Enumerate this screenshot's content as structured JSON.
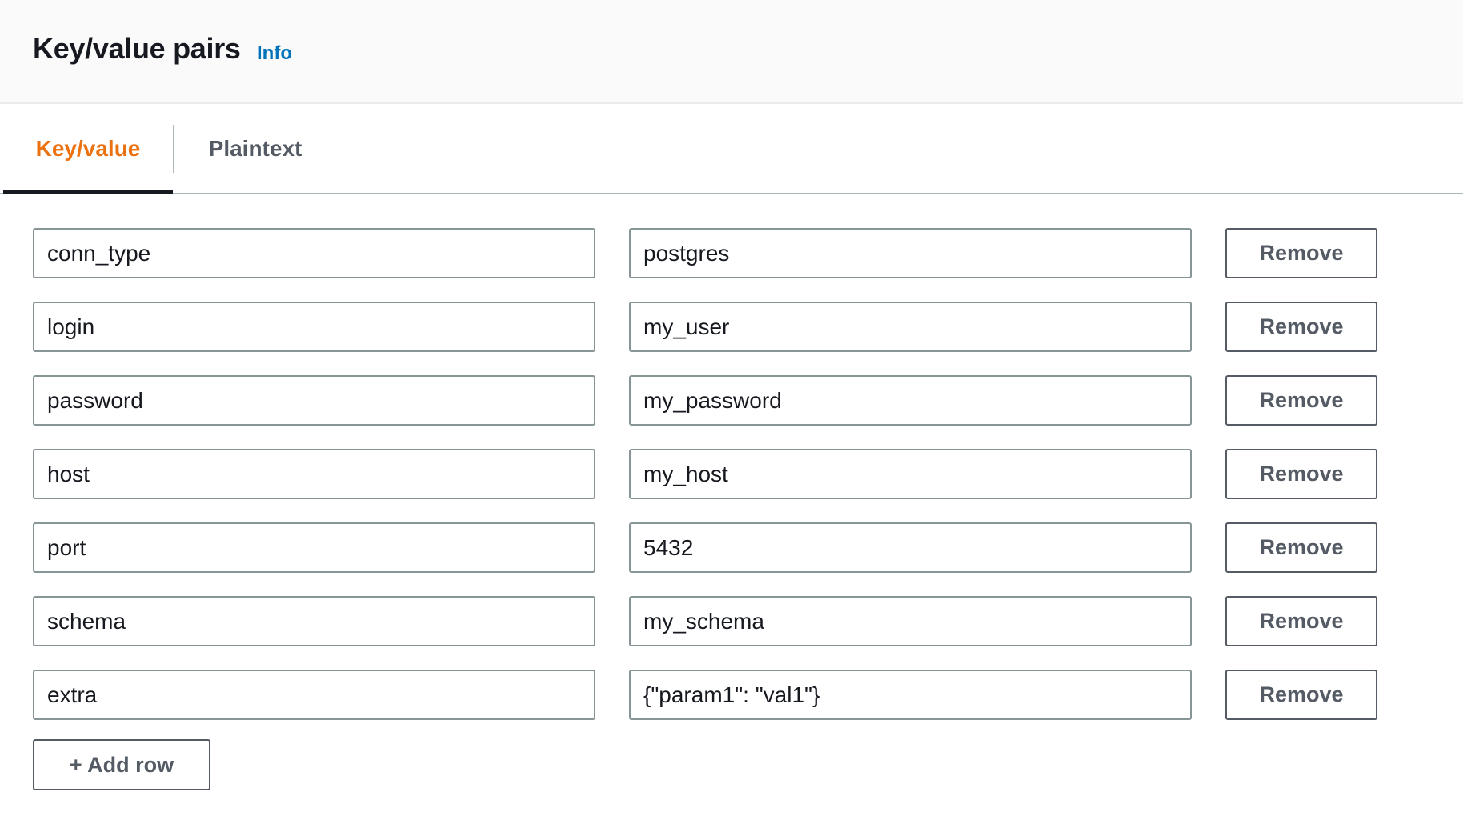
{
  "header": {
    "title": "Key/value pairs",
    "info_label": "Info"
  },
  "tabs": [
    {
      "label": "Key/value",
      "active": true
    },
    {
      "label": "Plaintext",
      "active": false
    }
  ],
  "rows": [
    {
      "key": "conn_type",
      "value": "postgres",
      "remove_label": "Remove"
    },
    {
      "key": "login",
      "value": "my_user",
      "remove_label": "Remove"
    },
    {
      "key": "password",
      "value": "my_password",
      "remove_label": "Remove"
    },
    {
      "key": "host",
      "value": "my_host",
      "remove_label": "Remove"
    },
    {
      "key": "port",
      "value": "5432",
      "remove_label": "Remove"
    },
    {
      "key": "schema",
      "value": "my_schema",
      "remove_label": "Remove"
    },
    {
      "key": "extra",
      "value": "{\"param1\": \"val1\"}",
      "remove_label": "Remove"
    }
  ],
  "add_row_label": "+ Add row",
  "colors": {
    "accent_active_tab": "#ec7211",
    "info_link": "#0073bb",
    "button_text": "#545b64",
    "input_border": "#879596",
    "header_bg": "#fafafa"
  }
}
